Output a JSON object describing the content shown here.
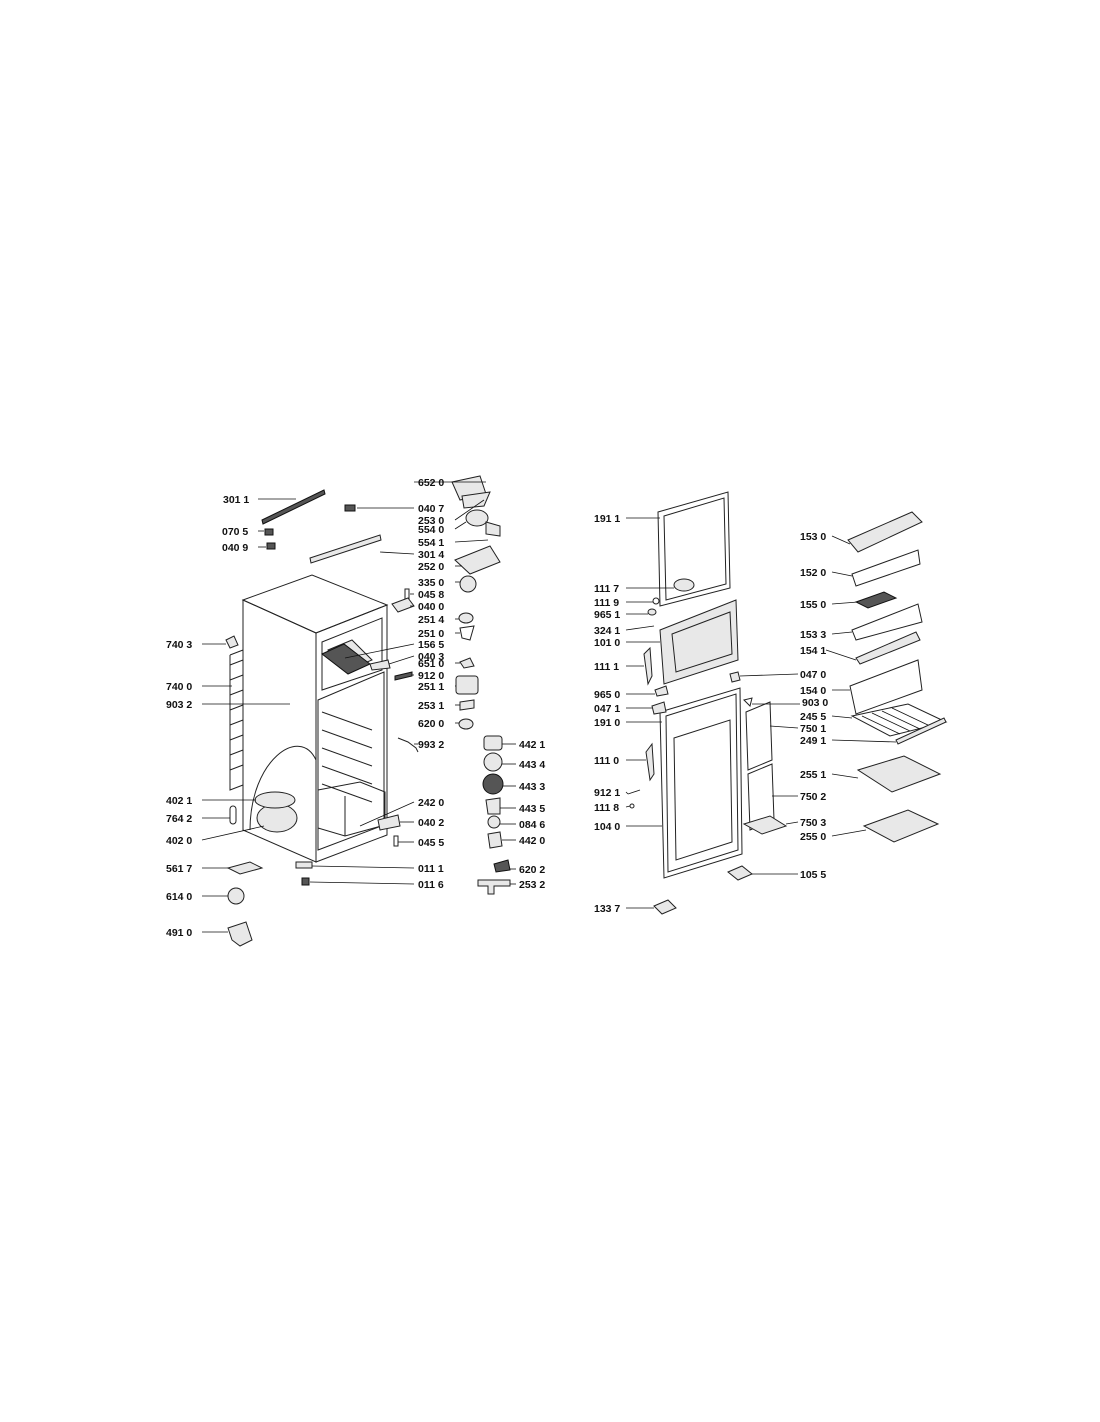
{
  "left_labels": [
    "301 1",
    "070 5",
    "040 9",
    "740 3",
    "740 0",
    "903 2",
    "402 1",
    "764 2",
    "402 0",
    "561 7",
    "614 0",
    "491 0"
  ],
  "center_labels": [
    "652 0",
    "040 7",
    "253 0",
    "554 0",
    "554 1",
    "301 4",
    "252 0",
    "335 0",
    "045 8",
    "040 0",
    "251 4",
    "251 0",
    "156 5",
    "040 3",
    "651 0",
    "912 0",
    "251 1",
    "253 1",
    "620 0",
    "993 2",
    "242 0",
    "040 2",
    "045 5",
    "011 1",
    "011 6"
  ],
  "center_right_labels": [
    "442 1",
    "443 4",
    "443 3",
    "443 5",
    "084 6",
    "442 0",
    "620 2",
    "253 2"
  ],
  "door_left_labels": [
    "191 1",
    "111 7",
    "111 9",
    "965 1",
    "324 1",
    "101 0",
    "111 1",
    "965 0",
    "047 1",
    "191 0",
    "111 0",
    "912 1",
    "111 8",
    "104 0",
    "133 7"
  ],
  "door_right_labels": [
    "153 0",
    "152 0",
    "155 0",
    "153 3",
    "154 1",
    "047 0",
    "154 0",
    "903 0",
    "245 5",
    "750 1",
    "249 1",
    "255 1",
    "750 2",
    "750 3",
    "255 0",
    "105 5"
  ]
}
